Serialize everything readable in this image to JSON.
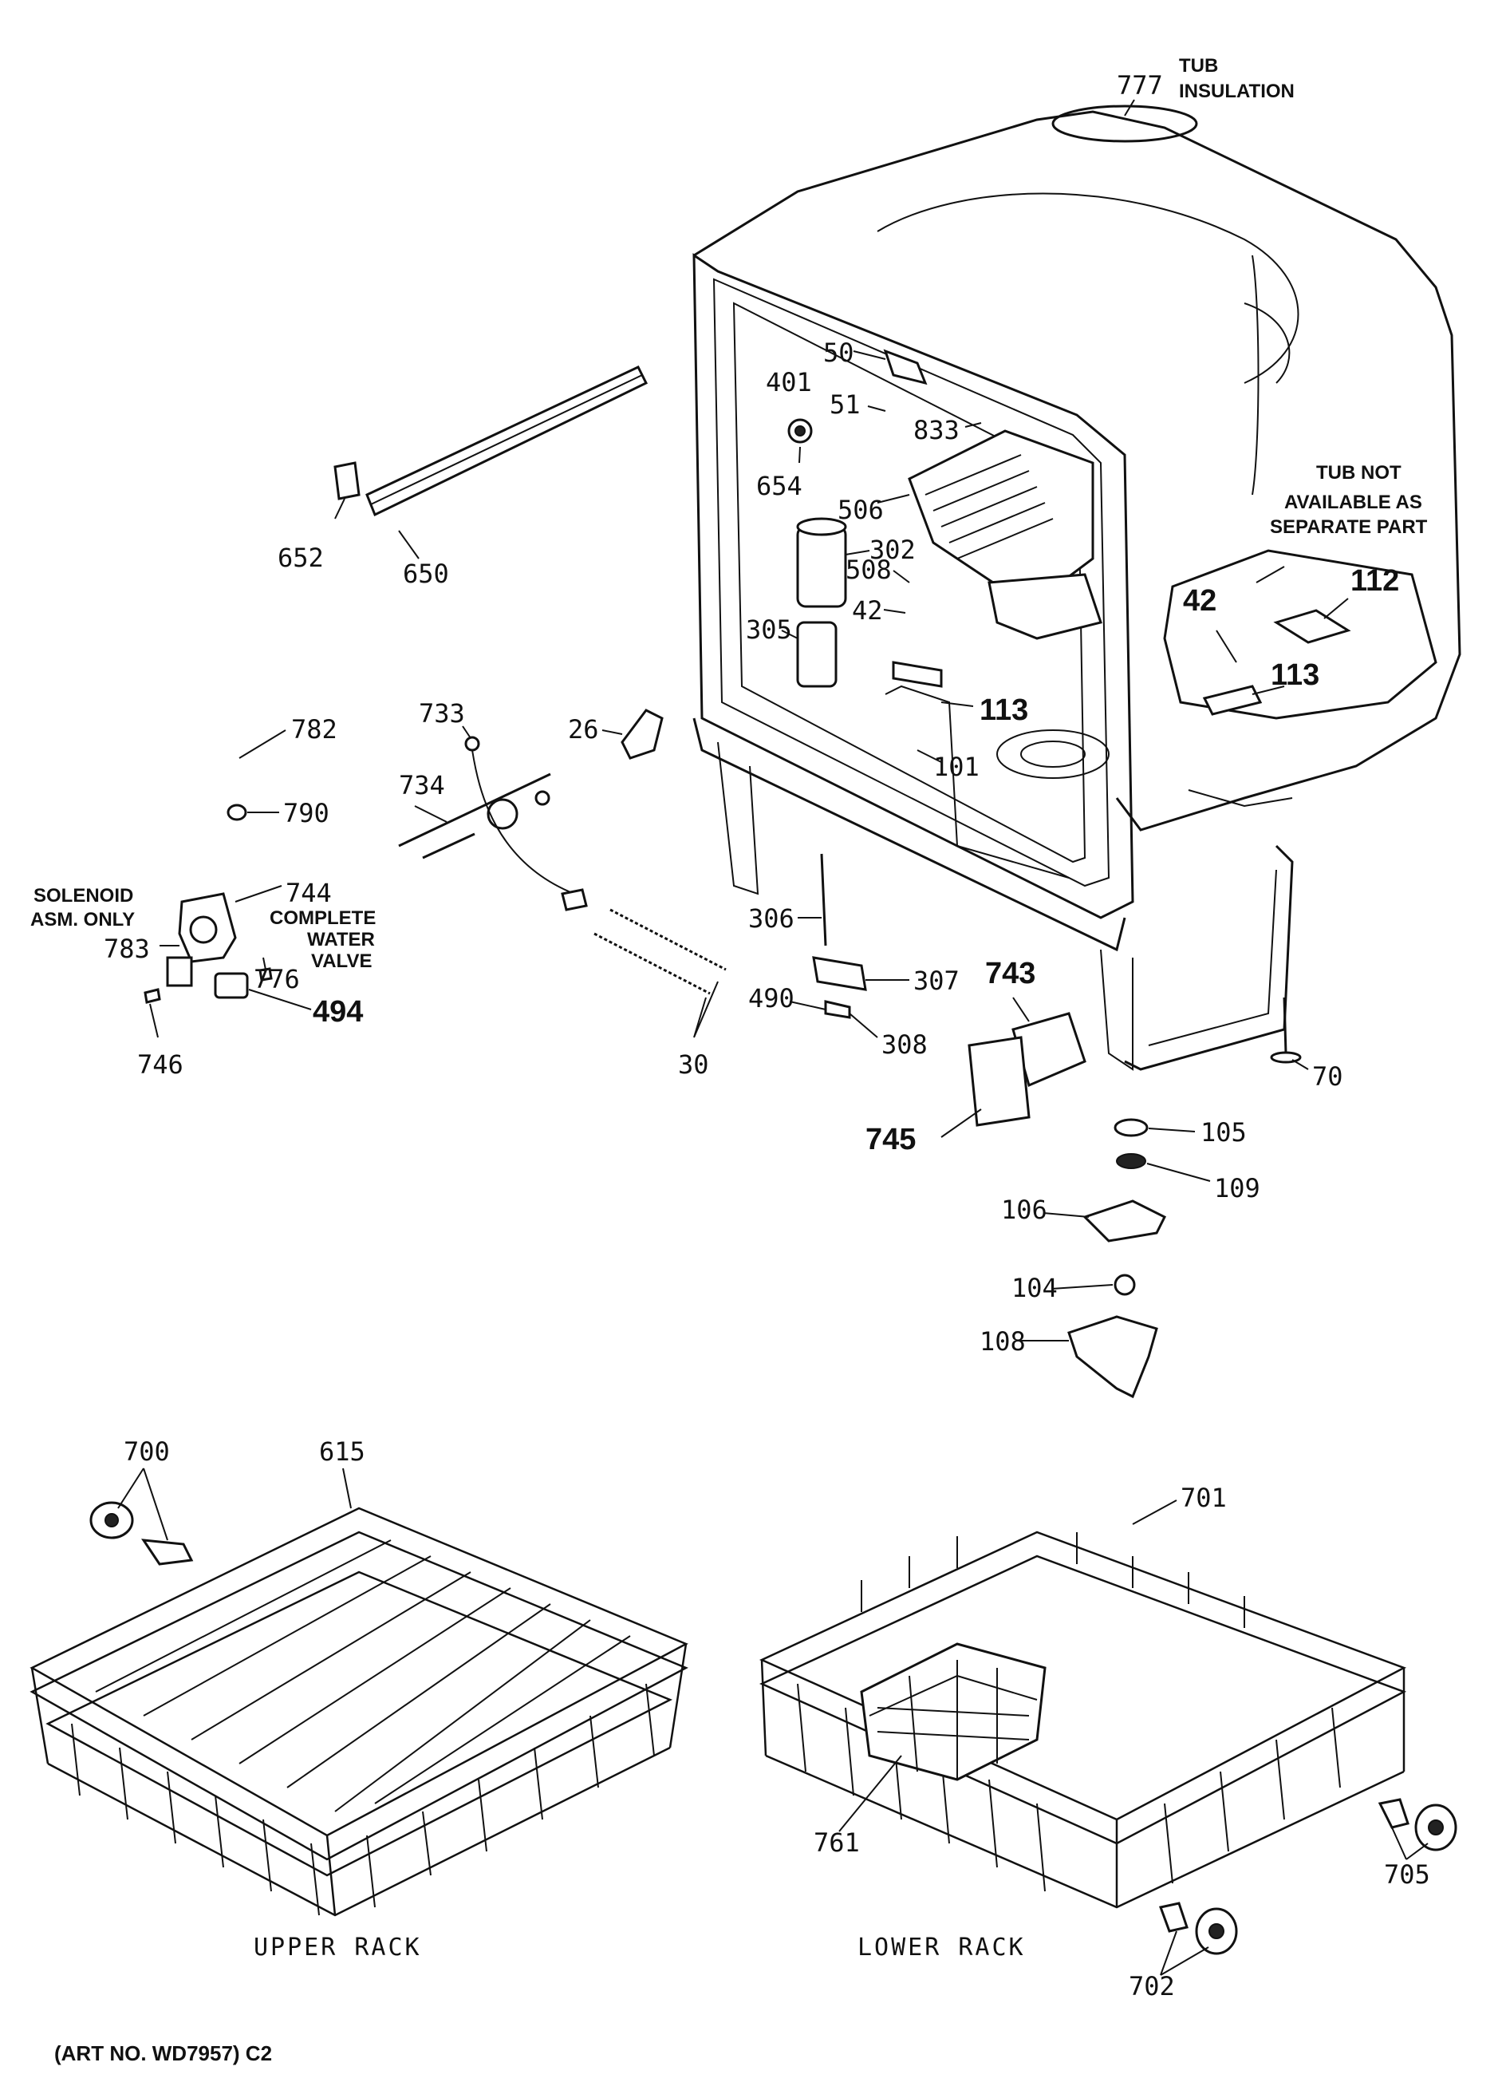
{
  "callouts": {
    "c777": "777",
    "c50": "50",
    "c401": "401",
    "c51": "51",
    "c833": "833",
    "c654": "654",
    "c506": "506",
    "c302": "302",
    "c508": "508",
    "c42a": "42",
    "c305": "305",
    "c113a": "113",
    "c101": "101",
    "c26": "26",
    "c652": "652",
    "c650": "650",
    "c782": "782",
    "c790": "790",
    "c733": "733",
    "c734": "734",
    "c744": "744",
    "c783": "783",
    "c776": "776",
    "c494": "494",
    "c746": "746",
    "c30": "30",
    "c306": "306",
    "c307": "307",
    "c490": "490",
    "c308": "308",
    "c743": "743",
    "c745": "745",
    "c70": "70",
    "c105": "105",
    "c109": "109",
    "c106": "106",
    "c104": "104",
    "c108": "108",
    "c42b": "42",
    "c112": "112",
    "c113b": "113",
    "c700": "700",
    "c615": "615",
    "c701": "701",
    "c761": "761",
    "c705": "705",
    "c702": "702"
  },
  "notes": {
    "tub_insulation_1": "TUB",
    "tub_insulation_2": "INSULATION",
    "tub_not_1": "TUB NOT",
    "tub_not_2": "AVAILABLE AS",
    "tub_not_3": "SEPARATE PART",
    "solenoid_1": "SOLENOID",
    "solenoid_2": "ASM. ONLY",
    "valve_1": "COMPLETE",
    "valve_2": "WATER",
    "valve_3": "VALVE"
  },
  "captions": {
    "upper_rack": "UPPER RACK",
    "lower_rack": "LOWER RACK",
    "art_no": "(ART NO. WD7957) C2"
  }
}
